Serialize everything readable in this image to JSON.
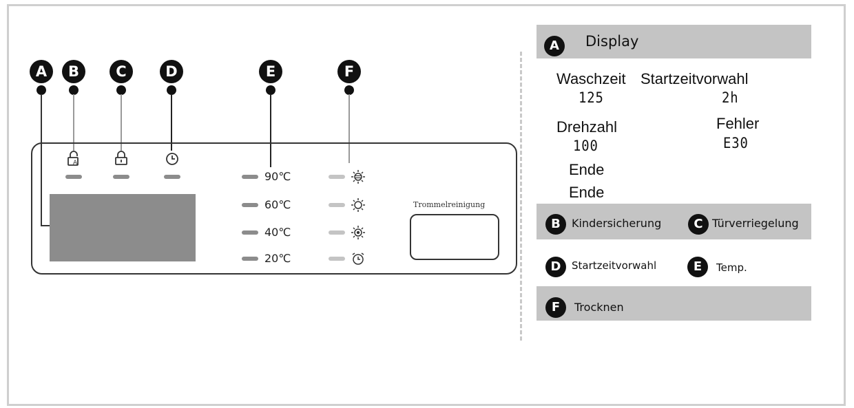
{
  "callouts": [
    "A",
    "B",
    "C",
    "D",
    "E",
    "F"
  ],
  "panel": {
    "temperatures": [
      "90℃",
      "60℃",
      "40℃",
      "20℃"
    ],
    "drum_clean_label": "Trommelreinigung",
    "status_icons": [
      "child-lock-icon",
      "door-lock-icon",
      "timer-icon"
    ],
    "dry_icons": [
      "sun-dry-icon",
      "sun-outline-icon",
      "sun-filled-icon",
      "alarm-clock-icon"
    ]
  },
  "legend": {
    "A": {
      "badge": "A",
      "title": "Display"
    },
    "display": {
      "wash_time_label": "Waschzeit",
      "delay_label": "Startzeitvorwahl",
      "wash_time_value": "125",
      "delay_value": "2h",
      "spin_label": "Drehzahl",
      "error_label": "Fehler",
      "spin_value": "100",
      "error_value": "E30",
      "end_1": "Ende",
      "end_2": "Ende"
    },
    "B": {
      "badge": "B",
      "label": "Kindersicherung"
    },
    "C": {
      "badge": "C",
      "label": "Türverriegelung"
    },
    "D": {
      "badge": "D",
      "label": "Startzeitvorwahl"
    },
    "E": {
      "badge": "E",
      "label": "Temp."
    },
    "F": {
      "badge": "F",
      "label": "Trocknen"
    }
  },
  "colors": {
    "accent_dark": "#111111",
    "legend_bar": "#c4c4c4",
    "lcd": "#8c8c8c"
  }
}
